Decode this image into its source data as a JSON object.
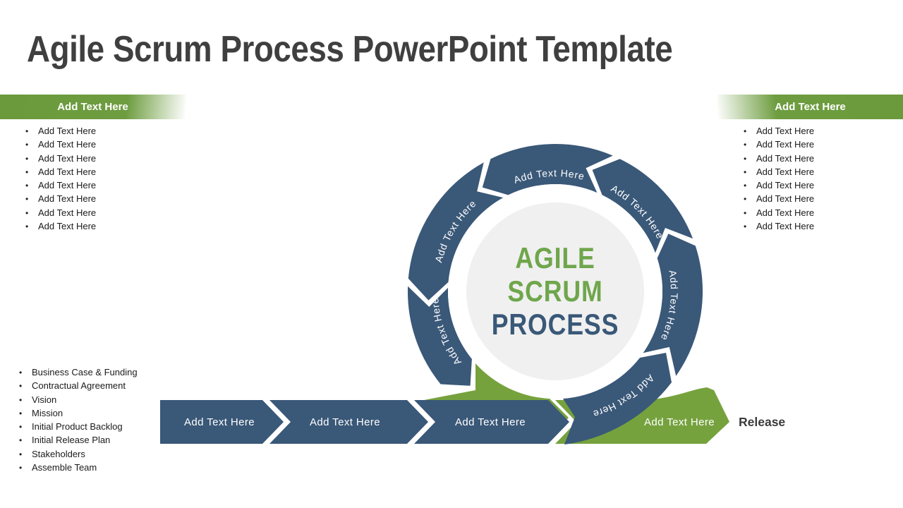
{
  "title": "Agile Scrum Process PowerPoint Template",
  "left_panel": {
    "header": "Add Text Here",
    "items": [
      "Add Text Here",
      "Add Text Here",
      "Add Text Here",
      "Add Text Here",
      "Add Text Here",
      "Add Text Here",
      "Add Text Here",
      "Add Text Here"
    ]
  },
  "right_panel": {
    "header": "Add Text Here",
    "items": [
      "Add Text Here",
      "Add Text Here",
      "Add Text Here",
      "Add Text Here",
      "Add Text Here",
      "Add Text Here",
      "Add Text Here",
      "Add Text Here"
    ]
  },
  "bottom_left_list": {
    "items": [
      "Business Case & Funding",
      "Contractual Agreement",
      "Vision",
      "Mission",
      "Initial Product  Backlog",
      "Initial Release Plan",
      "Stakeholders",
      "Assemble Team"
    ]
  },
  "diagram": {
    "center_lines": [
      "AGILE",
      "SCRUM",
      "PROCESS"
    ],
    "ring_labels": [
      "Add Text Here",
      "Add Text Here",
      "Add Text Here",
      "Add Text Here",
      "Add Text Here",
      "Add Text Here"
    ],
    "band": {
      "steps": [
        "Add Text Here",
        "Add Text Here",
        "Add Text Here"
      ],
      "final_step": "Add Text Here",
      "release_label": "Release"
    },
    "colors": {
      "blue": "#3A5878",
      "green": "#76A23E",
      "bar_green": "#6A9A3C",
      "center_gray": "#F0F0F0",
      "center_green": "#6FA64C",
      "center_blue": "#3A5878",
      "title_gray": "#3F3F3F",
      "release_gray": "#3B3B3B",
      "label_white": "#FFFFFF"
    }
  }
}
